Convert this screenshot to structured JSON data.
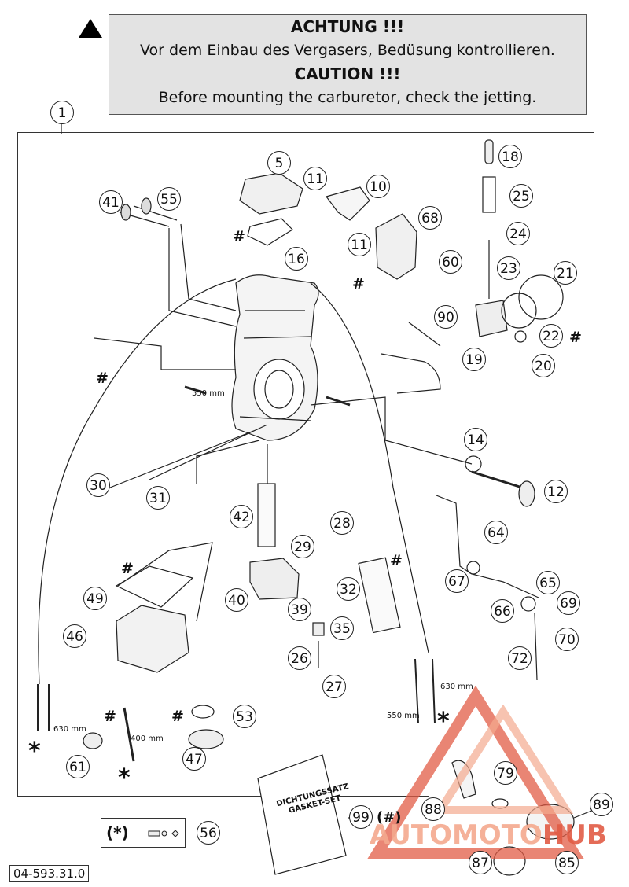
{
  "banner": {
    "de_title": "ACHTUNG !!!",
    "de_text": "Vor dem Einbau des Vergasers, Bedüsung kontrollieren.",
    "en_title": "CAUTION !!!",
    "en_text": "Before mounting the carburetor, check the jetting."
  },
  "callouts": [
    "1",
    "5",
    "11",
    "10",
    "18",
    "25",
    "41",
    "55",
    "68",
    "11",
    "24",
    "60",
    "16",
    "23",
    "21",
    "90",
    "22",
    "19",
    "20",
    "14",
    "12",
    "30",
    "31",
    "42",
    "28",
    "29",
    "64",
    "32",
    "67",
    "65",
    "40",
    "39",
    "66",
    "69",
    "49",
    "35",
    "70",
    "72",
    "46",
    "26",
    "27",
    "53",
    "47",
    "61",
    "79",
    "88",
    "89",
    "99",
    "56",
    "87",
    "85"
  ],
  "hash_symbol": "#",
  "star_symbol": "*",
  "measurements": {
    "m550a": "550 mm",
    "m630a": "630 mm",
    "m400": "400 mm",
    "m630b": "630 mm",
    "m550b": "550 mm"
  },
  "gasket_set": {
    "label": "(#)",
    "bag_line1": "DICHTUNGSSATZ",
    "bag_line2": "GASKET-SET"
  },
  "kit_symbol": "(*)",
  "document_number": "04-593.31.0",
  "watermark": {
    "part1": "AUTOMOTO",
    "part2": "HUB",
    "colors": {
      "light": "#f4a98e",
      "strong": "#e25c45"
    }
  },
  "icons": [
    "warning-triangle-icon"
  ]
}
